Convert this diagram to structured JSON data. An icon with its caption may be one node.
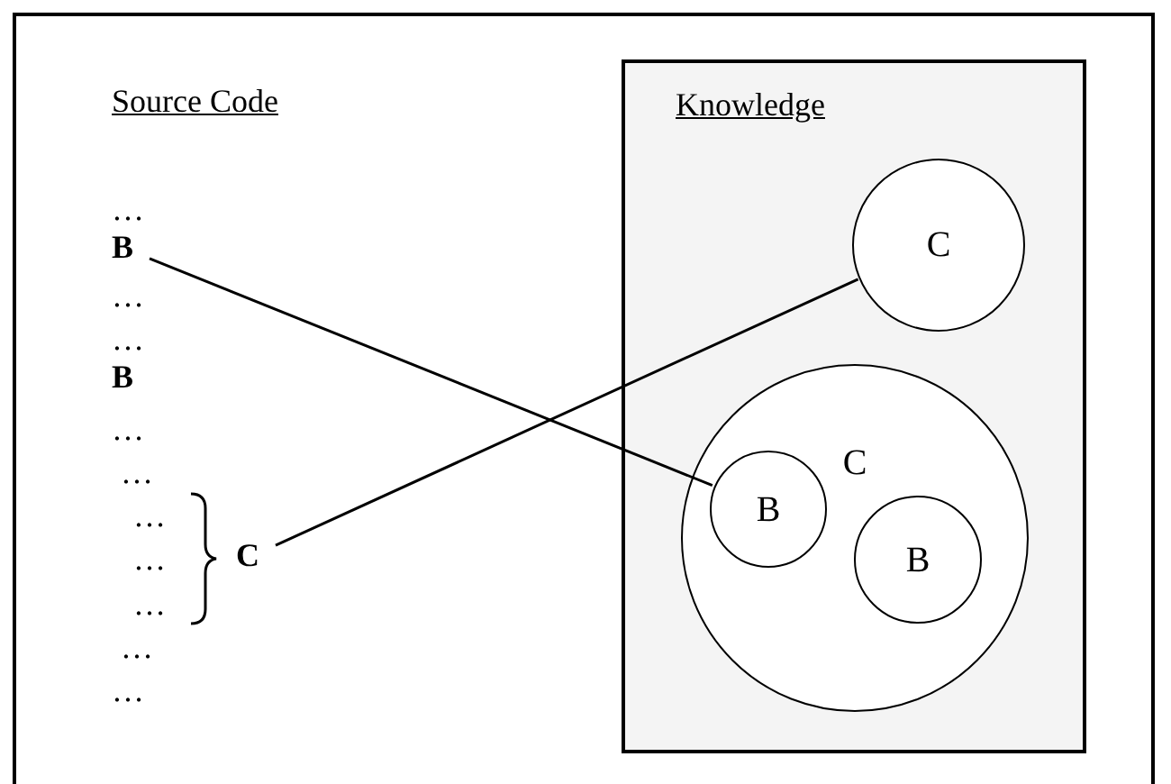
{
  "diagram": {
    "nodes": [
      {
        "text": [
          "B"
        ]
      },
      {
        "text": [
          "C"
        ]
      },
      {
        "text": [
          "Knowledge"
        ]
      },
      {
        "text": [
          "C"
        ],
        "in": 2
      },
      {
        "text": [
          "C"
        ],
        "in": 2
      },
      {
        "text": [
          "B"
        ],
        "in": 4
      },
      {
        "text": [
          "B"
        ],
        "in": 4
      }
    ],
    "edges": [
      {
        "from": 0,
        "to": 5,
        "arrow": "none"
      },
      {
        "from": 1,
        "to": 3,
        "arrow": "none"
      }
    ],
    "labels": [
      "Source Code",
      "…",
      "…",
      "…",
      "B",
      "…",
      "…",
      "…",
      "…",
      "…",
      "…",
      "…"
    ]
  }
}
